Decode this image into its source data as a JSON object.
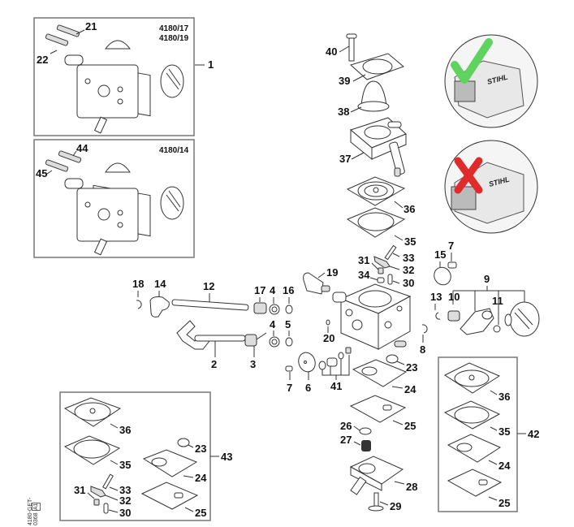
{
  "diagram": {
    "title": "Carburetor exploded parts diagram",
    "document_id": "4180-GET-0368",
    "document_rev": "A1",
    "variant_boxes": [
      {
        "codes": [
          "4180/17",
          "4180/19"
        ],
        "callouts": [
          "21",
          "22"
        ],
        "assembly_ref": "1"
      },
      {
        "codes": [
          "4180/14"
        ],
        "callouts": [
          "44",
          "45"
        ]
      }
    ],
    "kit_boxes": [
      {
        "ref": "43",
        "callouts": [
          "36",
          "35",
          "23",
          "24",
          "33",
          "31",
          "32",
          "30",
          "25"
        ]
      },
      {
        "ref": "42",
        "callouts": [
          "36",
          "35",
          "24",
          "25"
        ]
      }
    ],
    "callouts": {
      "p1": "1",
      "p2": "2",
      "p3": "3",
      "p4a": "4",
      "p4b": "4",
      "p5": "5",
      "p6": "6",
      "p7a": "7",
      "p7b": "7",
      "p8": "8",
      "p9": "9",
      "p10": "10",
      "p11": "11",
      "p12": "12",
      "p13": "13",
      "p14": "14",
      "p15": "15",
      "p16": "16",
      "p17": "17",
      "p18": "18",
      "p19": "19",
      "p20": "20",
      "p23": "23",
      "p24": "24",
      "p25": "25",
      "p26": "26",
      "p27": "27",
      "p28": "28",
      "p29": "29",
      "p30": "30",
      "p31": "31",
      "p32": "32",
      "p33": "33",
      "p34": "34",
      "p35": "35",
      "p36": "36",
      "p37": "37",
      "p38": "38",
      "p39": "39",
      "p40": "40",
      "p41": "41",
      "k43_36": "36",
      "k43_35": "35",
      "k43_23": "23",
      "k43_24": "24",
      "k43_33": "33",
      "k43_31": "31",
      "k43_32": "32",
      "k43_30": "30",
      "k43_25": "25",
      "k43": "43",
      "k42_36": "36",
      "k42_35": "35",
      "k42_24": "24",
      "k42_25": "25",
      "k42": "42",
      "v1_21": "21",
      "v1_22": "22",
      "v2_44": "44",
      "v2_45": "45"
    },
    "indicators": [
      {
        "type": "correct",
        "symbol": "check-mark",
        "color": "#5fd35f",
        "brand": "STIHL"
      },
      {
        "type": "incorrect",
        "symbol": "x-mark",
        "color": "#e02b2b",
        "brand": "STIHL"
      }
    ]
  }
}
